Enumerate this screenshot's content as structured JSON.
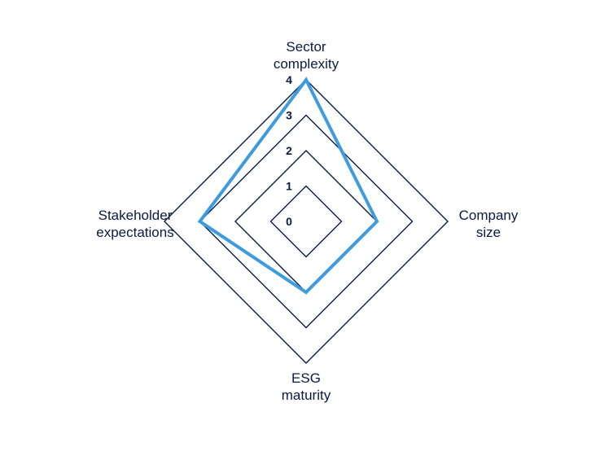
{
  "chart_data": {
    "type": "radar",
    "axes": [
      {
        "label_lines": [
          "Sector",
          "complexity"
        ]
      },
      {
        "label_lines": [
          "Company",
          "size"
        ]
      },
      {
        "label_lines": [
          "ESG",
          "maturity"
        ]
      },
      {
        "label_lines": [
          "Stakeholder",
          "expectations"
        ]
      }
    ],
    "range": [
      0,
      4
    ],
    "ticks": [
      "0",
      "1",
      "2",
      "3",
      "4"
    ],
    "grid": true,
    "legend": "none",
    "series": [
      {
        "values": [
          4,
          2,
          2,
          3
        ],
        "color": "#3d9be0"
      }
    ],
    "grid_color": "#0b1a45"
  }
}
